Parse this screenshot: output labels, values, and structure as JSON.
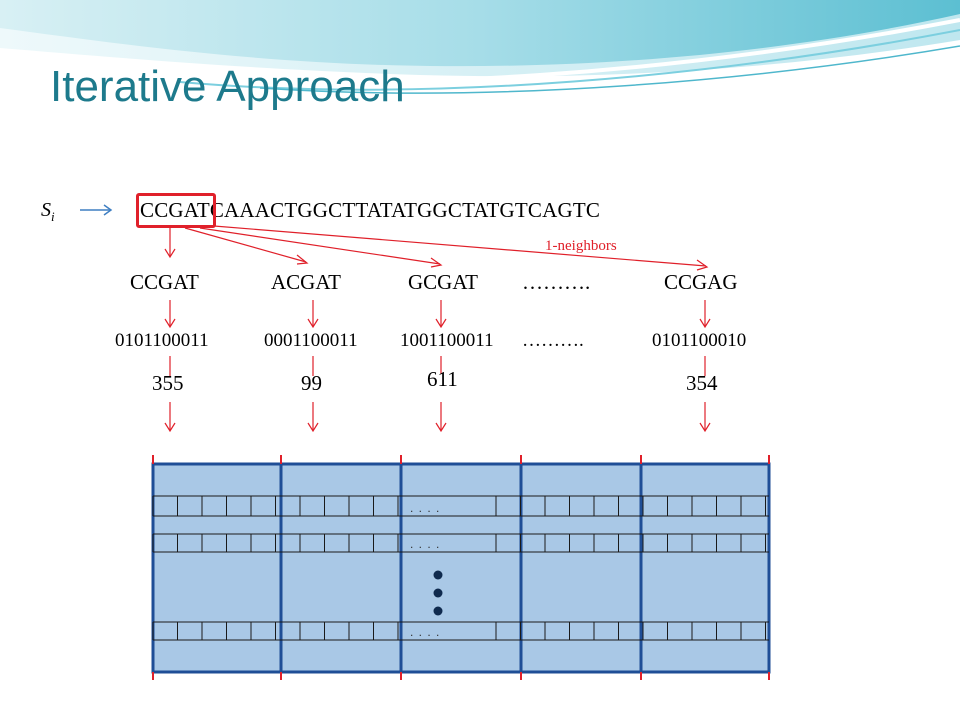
{
  "slide": {
    "title": "Iterative Approach",
    "sequence_label_base": "S",
    "sequence_label_sub": "i",
    "sequence": "CCGATCAAACTGGCTTATATGGCTATGTCAGTC",
    "neighbors_label": "1-neighbors",
    "kmers": [
      "CCGAT",
      "ACGAT",
      "GCGAT",
      "……….",
      "CCGAG"
    ],
    "binaries": [
      "0101100011",
      "0001100011",
      "1001100011",
      "……….",
      "0101100010"
    ],
    "indices": [
      "355",
      "99",
      "611",
      "354"
    ],
    "row_ellipsis": ". . . .",
    "colors": {
      "title": "#1d7a8c",
      "arrow": "#e0202a",
      "highlight_box": "#e0202a",
      "table_fill": "#a9c8e6",
      "table_border": "#1f4e96",
      "dots": "#0f2a4e"
    }
  }
}
